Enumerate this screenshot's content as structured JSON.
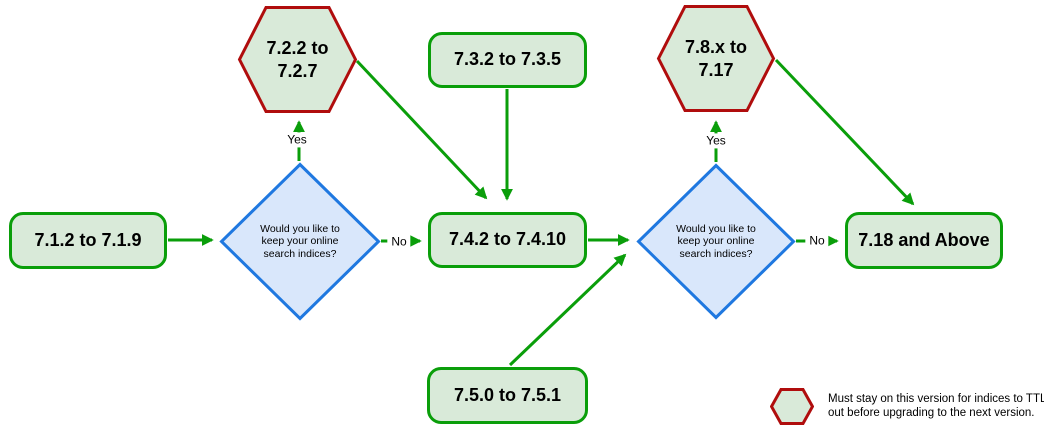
{
  "colors": {
    "connector_green": "#0a9e0a",
    "process_fill": "#d9ead9",
    "process_border": "#0a9e0a",
    "decision_fill": "#d9e7fb",
    "decision_border": "#1f78e0",
    "terminal_hex_border": "#b00d0d",
    "terminal_hex_fill": "#d9ead9",
    "text": "#000000",
    "background": "#ffffff"
  },
  "nodes": {
    "v712": {
      "label": "7.1.2 to 7.1.9"
    },
    "decision1": {
      "question": "Would you like to keep your online search indices?"
    },
    "v722": {
      "label": "7.2.2 to 7.2.7"
    },
    "v732": {
      "label": "7.3.2 to 7.3.5"
    },
    "v742": {
      "label": "7.4.2 to 7.4.10"
    },
    "v750": {
      "label": "7.5.0 to 7.5.1"
    },
    "decision2": {
      "question": "Would you like to keep your online search indices?"
    },
    "v78x": {
      "label": "7.8.x to 7.17"
    },
    "v718": {
      "label": "7.18 and Above"
    }
  },
  "edge_labels": {
    "decision1_yes": "Yes",
    "decision1_no": "No",
    "decision2_yes": "Yes",
    "decision2_no": "No"
  },
  "edges": [
    {
      "from": "v712",
      "to": "decision1",
      "label": ""
    },
    {
      "from": "decision1",
      "to": "v722",
      "label": "Yes"
    },
    {
      "from": "decision1",
      "to": "v742",
      "label": "No"
    },
    {
      "from": "v722",
      "to": "v742",
      "label": ""
    },
    {
      "from": "v732",
      "to": "v742",
      "label": ""
    },
    {
      "from": "v742",
      "to": "decision2",
      "label": ""
    },
    {
      "from": "v750",
      "to": "decision2",
      "label": ""
    },
    {
      "from": "decision2",
      "to": "v78x",
      "label": "Yes"
    },
    {
      "from": "decision2",
      "to": "v718",
      "label": "No"
    },
    {
      "from": "v78x",
      "to": "v718",
      "label": ""
    }
  ],
  "legend": {
    "text": "Must stay on this version for indices to TTL out before upgrading to the next version."
  }
}
